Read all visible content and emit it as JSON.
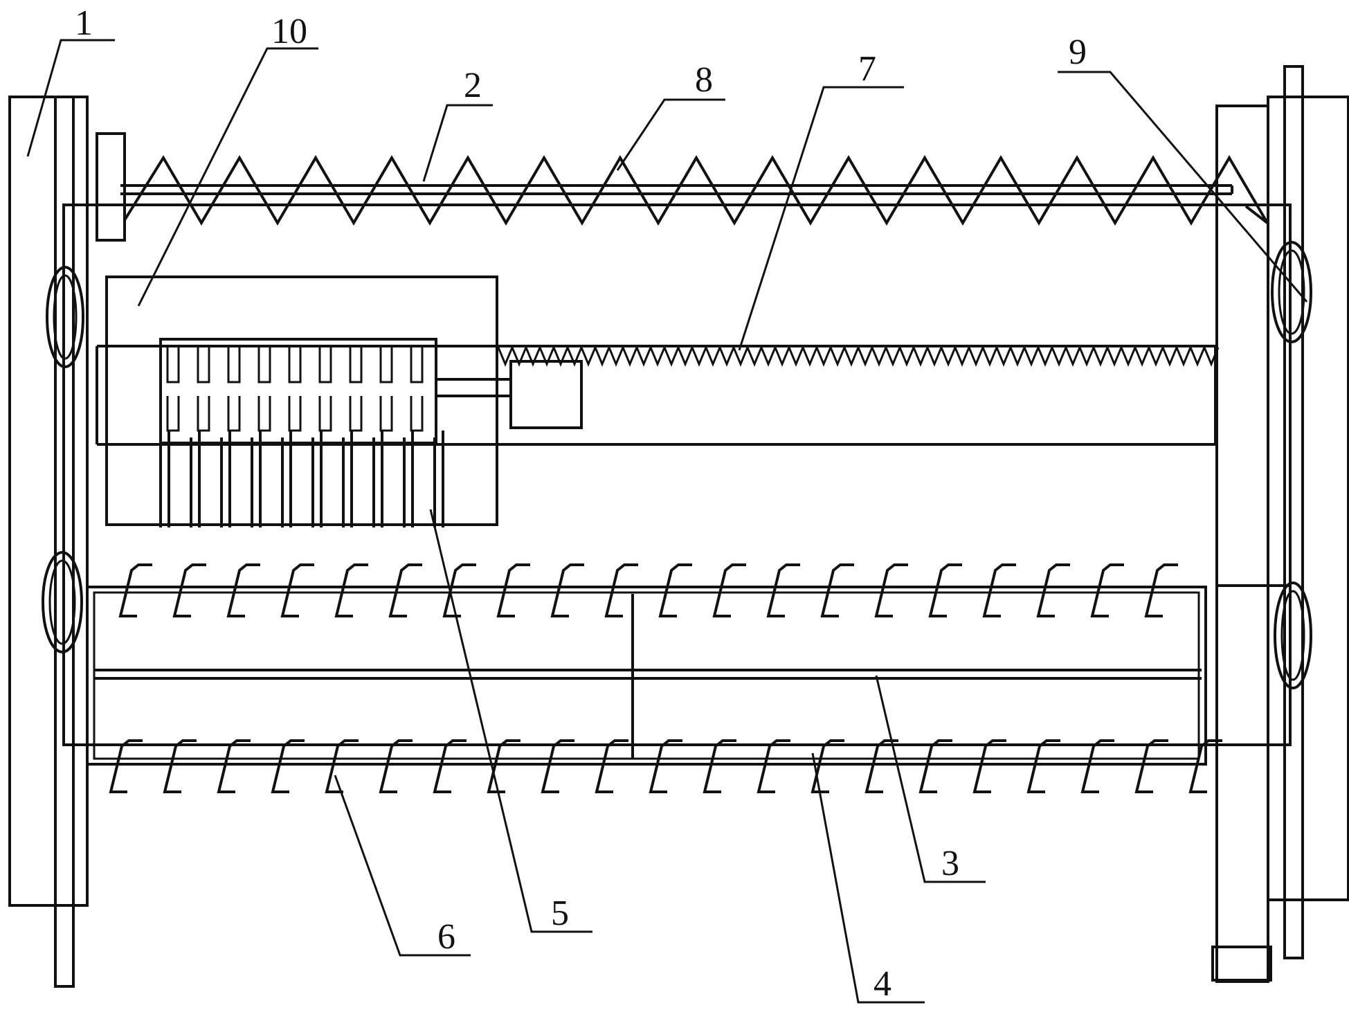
{
  "diagram": {
    "labels": {
      "1": "1",
      "2": "2",
      "3": "3",
      "4": "4",
      "5": "5",
      "6": "6",
      "7": "7",
      "8": "8",
      "9": "9",
      "10": "10"
    },
    "line_color": "#111111",
    "background": "#ffffff"
  }
}
